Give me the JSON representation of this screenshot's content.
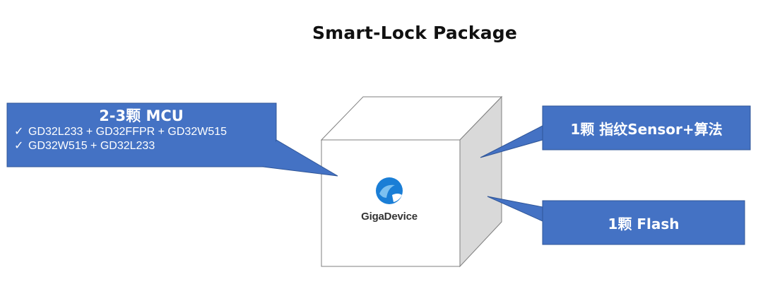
{
  "title": "Smart-Lock Package",
  "left_callout": {
    "heading": "2-3颗 MCU",
    "bullet_glyph": "✓",
    "items": [
      "GD32L233 +  GD32FFPR + GD32W515",
      "GD32W515 + GD32L233"
    ]
  },
  "right_callouts": [
    "1颗 指纹Sensor+算法",
    "1颗 Flash"
  ],
  "logo": {
    "text": "GigaDevice"
  },
  "colors": {
    "callout_fill": "#4472c4",
    "callout_border": "#2f5597",
    "cube_front": "#ffffff",
    "cube_top": "#ffffff",
    "cube_side": "#d9d9d9",
    "logo_blue": "#1a7ed6"
  }
}
